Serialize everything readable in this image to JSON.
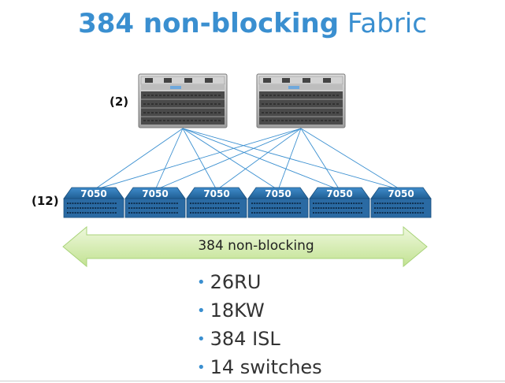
{
  "title": {
    "bold": "384 non-blocking",
    "light": "Fabric"
  },
  "spine": {
    "count_label": "(2)"
  },
  "leaf": {
    "count_label": "(12)",
    "model": "7050"
  },
  "arrow_label": "384 non-blocking",
  "bullets": [
    "26RU",
    "18KW",
    "384 ISL",
    "14 switches"
  ],
  "colors": {
    "title": "#3a8fd0",
    "leaf": "#2e78b5",
    "link": "#3a8fd0",
    "arrow": "#cde9a6"
  }
}
